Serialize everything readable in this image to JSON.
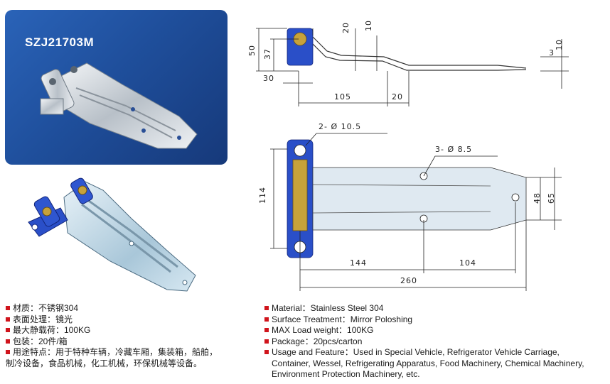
{
  "product": {
    "model": "SZJ21703M"
  },
  "dimensions": {
    "side_view": {
      "d50": "50",
      "d37": "37",
      "d20_top": "20",
      "d10_top": "10",
      "d30": "30",
      "d105": "105",
      "d20_bottom": "20",
      "d3": "3",
      "d10_right": "10"
    },
    "top_view": {
      "hole_a": "2- Ø 10.5",
      "hole_b": "3- Ø 8.5",
      "d114": "114",
      "d48": "48",
      "d65": "65",
      "d144": "144",
      "d104": "104",
      "d260": "260"
    }
  },
  "specs_cn": [
    {
      "text": "材质：不锈钢304"
    },
    {
      "text": "表面处理：镜光"
    },
    {
      "text": "最大静载荷：100KG"
    },
    {
      "text": "包装：20件/箱"
    },
    {
      "text": "用途特点：用于特种车辆，冷藏车厢，集装箱，船舶，",
      "cont": "制冷设备，食品机械，化工机械，环保机械等设备。"
    }
  ],
  "specs_en": [
    {
      "text": "Material：Stainless Steel 304"
    },
    {
      "text": "Surface Treatment：Mirror Poloshing"
    },
    {
      "text": "MAX Load weight：100KG"
    },
    {
      "text": "Package：20pcs/carton"
    },
    {
      "text": "Usage and Feature：Used in Special Vehicle, Refrigerator Vehicle Carriage,",
      "cont": "Container, Wessel, Refrigerating Apparatus, Food Machinery, Chemical Machinery, Environment Protection Machinery, etc."
    }
  ],
  "colors": {
    "bullet": "#d0141c",
    "photo_bg": "#1f4f9c",
    "bracket_blue": "#2a4fc8"
  }
}
